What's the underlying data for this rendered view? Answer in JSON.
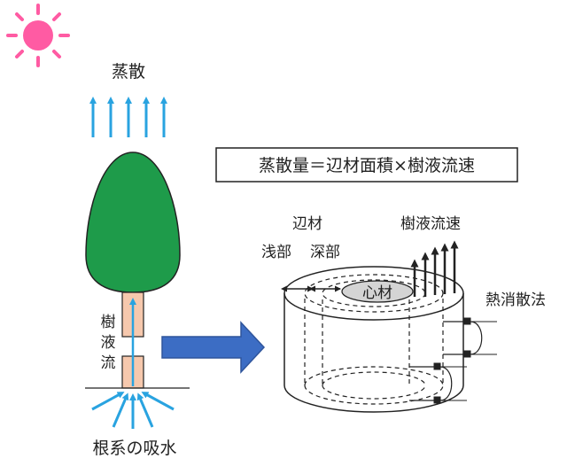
{
  "labels": {
    "evaporation": "蒸散",
    "sap_vertical": [
      "樹",
      "液",
      "流"
    ],
    "root_uptake": "根系の吸水",
    "formula": "蒸散量＝辺材面積×樹液流速",
    "sapwood": "辺材",
    "shallow": "浅部",
    "deep": "深部",
    "heartwood": "心材",
    "sap_velocity": "樹液流速",
    "heat_method": "熱消散法"
  },
  "colors": {
    "sun": "#ff5ba3",
    "evaporation_arrows": "#29a3e0",
    "crown_fill": "#1e9b4a",
    "trunk_fill": "#f6c8ad",
    "sap_arrow": "#29a3e0",
    "root_arrows": "#29a3e0",
    "big_arrow": "#3c6dc4",
    "line": "#222222"
  },
  "icons": {
    "sun": "sun-icon"
  }
}
